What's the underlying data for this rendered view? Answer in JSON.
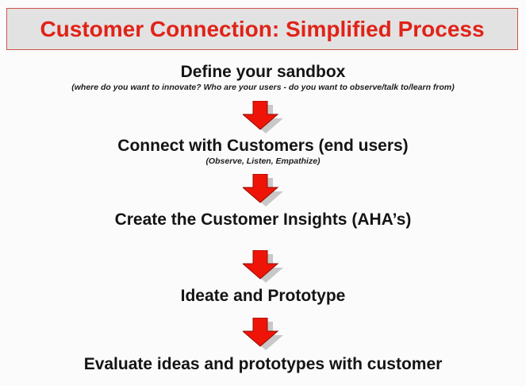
{
  "title": {
    "text": "Customer Connection: Simplified Process"
  },
  "colors": {
    "title_red": "#e02318",
    "title_box_fill": "#e3e2e2",
    "title_box_border": "#cf5348",
    "arrow_red": "#ee1508",
    "arrow_shadow_gray": "#c9c7c7",
    "page_background": "#fcfbfc",
    "step_text": "#141414"
  },
  "process": {
    "steps": [
      {
        "label": "Define your sandbox",
        "note": "(where do you want to innovate? Who are your users - do you want to observe/talk to/learn from)"
      },
      {
        "label": "Connect with Customers (end users)",
        "note": "(Observe, Listen, Empathize)"
      },
      {
        "label": "Create the Customer Insights (AHA’s)"
      },
      {
        "label": "Ideate and Prototype"
      },
      {
        "label": "Evaluate ideas and prototypes with customer"
      }
    ]
  }
}
